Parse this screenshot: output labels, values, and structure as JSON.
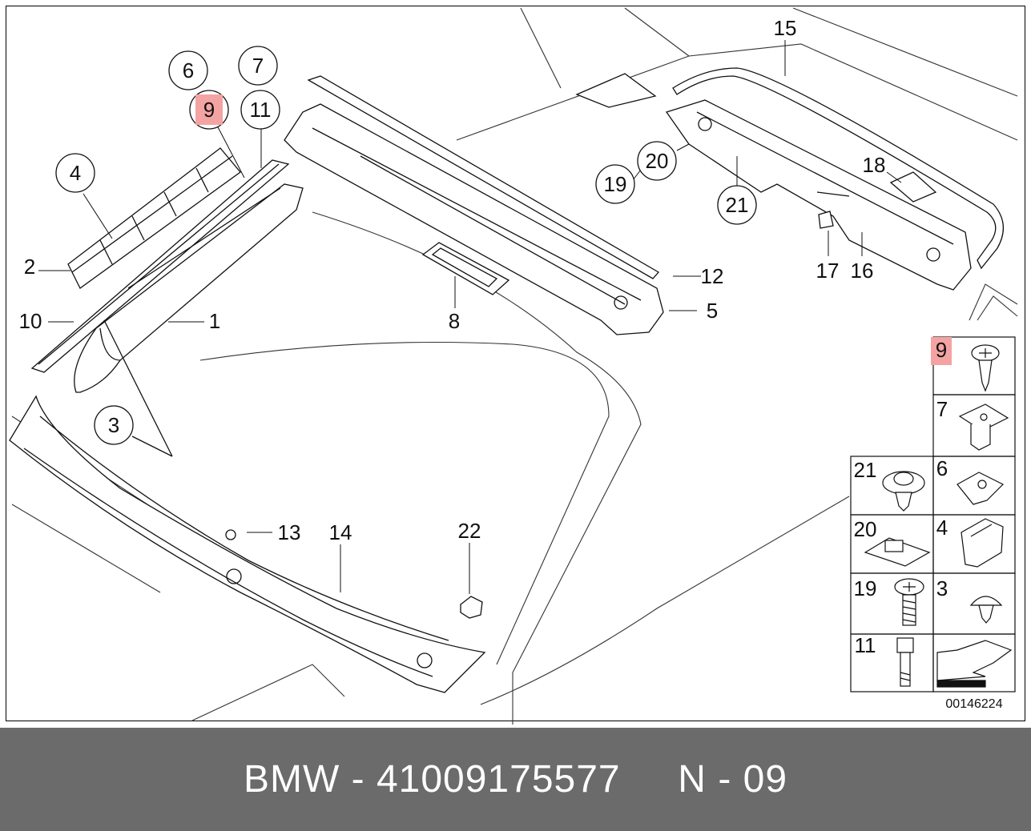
{
  "diagram": {
    "highlight_color": "#f4a3a3",
    "callouts": {
      "c1": "1",
      "c2": "2",
      "c3": "3",
      "c4": "4",
      "c5": "5",
      "c6": "6",
      "c7": "7",
      "c8": "8",
      "c9": "9",
      "c10": "10",
      "c11": "11",
      "c12": "12",
      "c13": "13",
      "c14": "14",
      "c15": "15",
      "c16": "16",
      "c17": "17",
      "c18": "18",
      "c19": "19",
      "c20": "20",
      "c21": "21",
      "c22": "22"
    },
    "legend": {
      "l9": "9",
      "l7": "7",
      "l21": "21",
      "l6": "6",
      "l20": "20",
      "l4": "4",
      "l19": "19",
      "l3": "3",
      "l11": "11"
    },
    "doc_number": "00146224"
  },
  "footer": {
    "brand": "BMW",
    "sep1": "-",
    "part_number": "41009175577",
    "position": "N",
    "sep2": "-",
    "position_num": "09",
    "bg_color": "#6b6b6b"
  }
}
